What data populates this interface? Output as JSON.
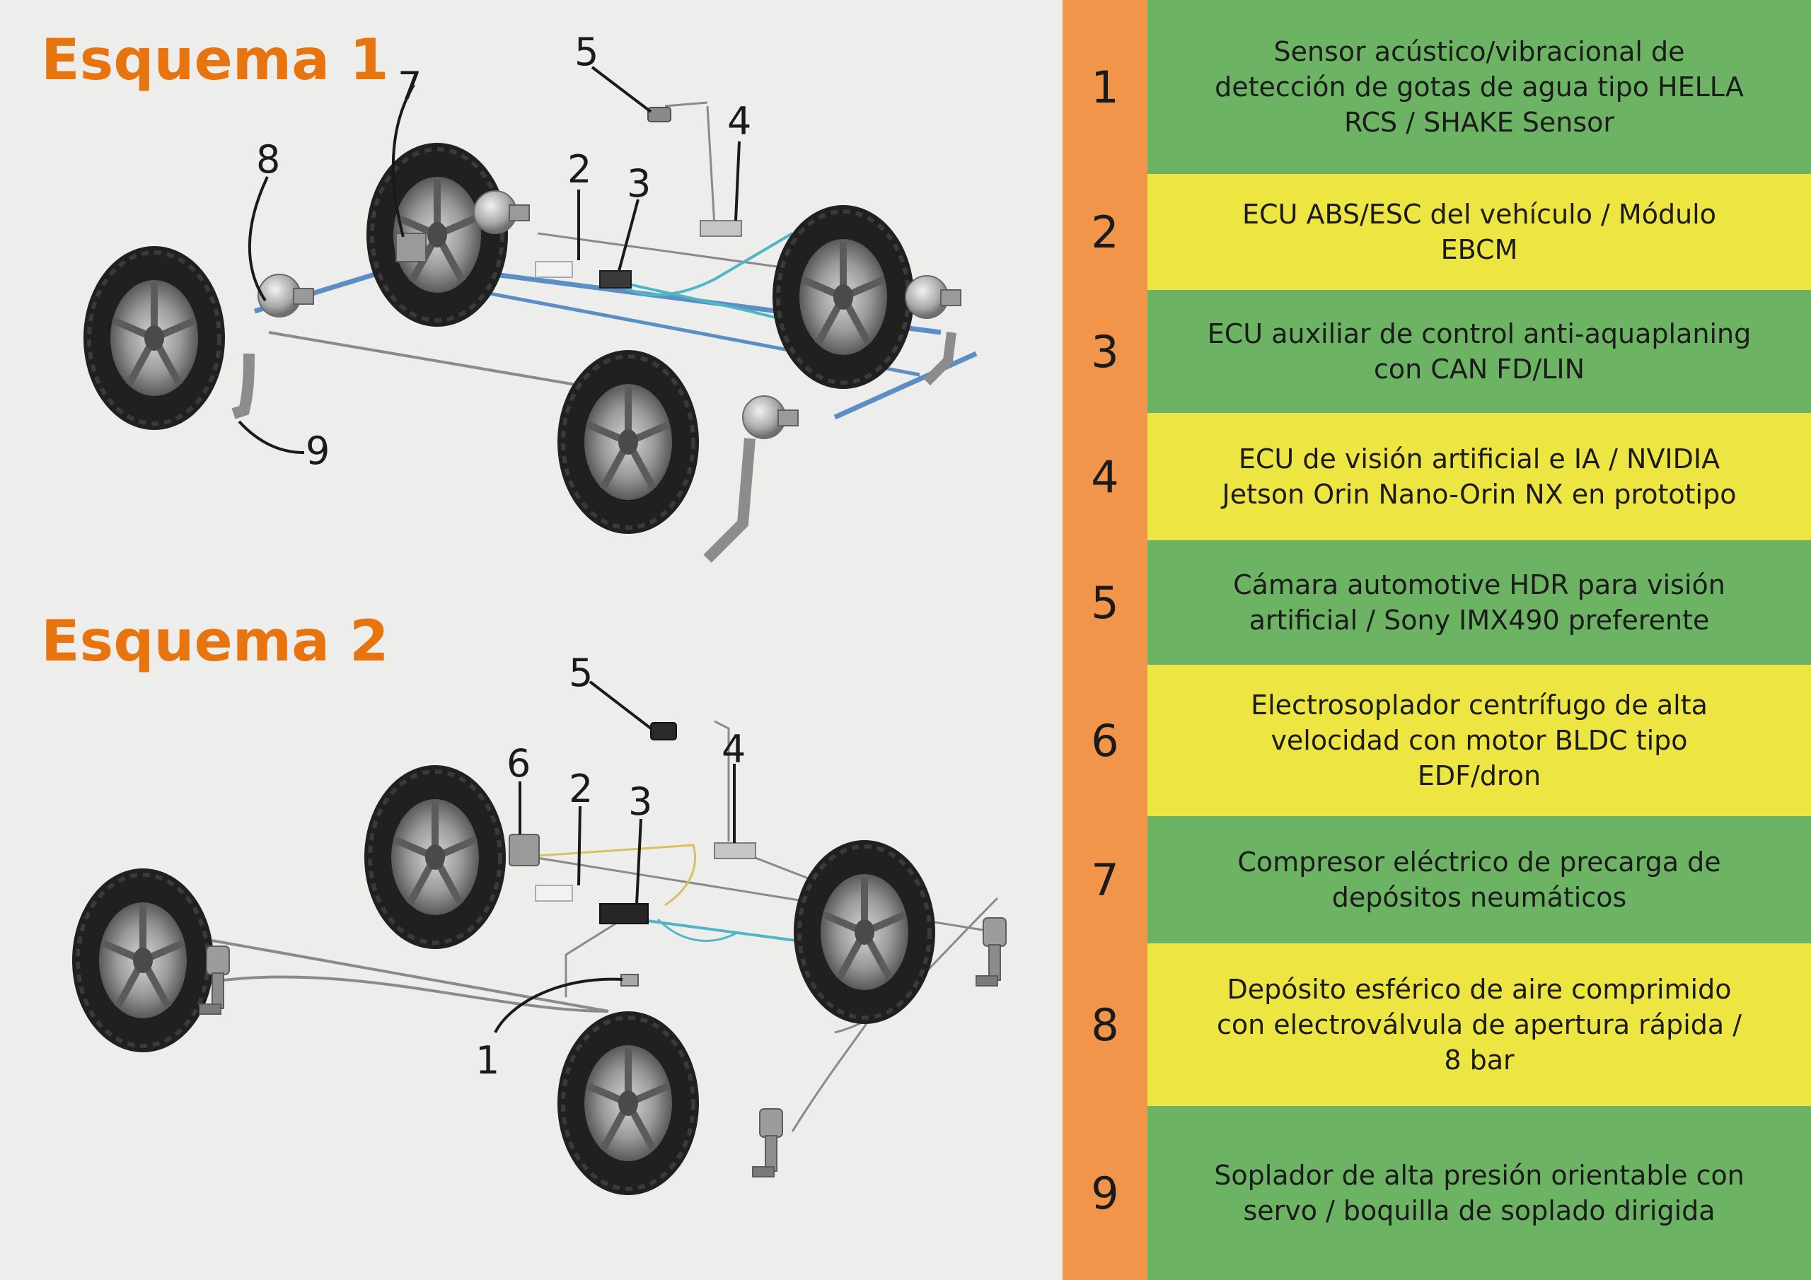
{
  "scheme1": {
    "title": "Esquema 1",
    "callouts": [
      "7",
      "8",
      "2",
      "3",
      "5",
      "4",
      "9"
    ]
  },
  "scheme2": {
    "title": "Esquema 2",
    "callouts": [
      "5",
      "4",
      "6",
      "2",
      "3",
      "1"
    ]
  },
  "legend": {
    "colors": {
      "number_column": "#f0954a",
      "green": "#6cb463",
      "yellow": "#ede542",
      "title_orange": "#e8740f",
      "line_blue": "#5a8ec4",
      "line_cyan": "#4fb6c4",
      "line_yellow": "#d8c060"
    },
    "items": [
      {
        "num": "1",
        "text": "Sensor acústico/vibracional de\ndetección de gotas de agua tipo HELLA\nRCS / SHAKE Sensor",
        "color": "green"
      },
      {
        "num": "2",
        "text": "ECU ABS/ESC del vehículo / Módulo\nEBCM",
        "color": "yellow"
      },
      {
        "num": "3",
        "text": "ECU auxiliar de control anti-aquaplaning\ncon CAN FD/LIN",
        "color": "green"
      },
      {
        "num": "4",
        "text": "ECU de visión artificial e IA / NVIDIA\nJetson Orin Nano-Orin NX en prototipo",
        "color": "yellow"
      },
      {
        "num": "5",
        "text": "Cámara automotive HDR para visión\nartificial / Sony IMX490 preferente",
        "color": "green"
      },
      {
        "num": "6",
        "text": "Electrosoplador centrífugo de alta\nvelocidad con motor BLDC tipo\nEDF/dron",
        "color": "yellow"
      },
      {
        "num": "7",
        "text": "Compresor eléctrico de precarga de\ndepósitos neumáticos",
        "color": "green"
      },
      {
        "num": "8",
        "text": "Depósito esférico de aire comprimido\ncon electroválvula de apertura rápida /\n8 bar",
        "color": "yellow"
      },
      {
        "num": "9",
        "text": "Soplador de alta presión orientable con\nservo / boquilla de soplado dirigida",
        "color": "green"
      }
    ]
  }
}
